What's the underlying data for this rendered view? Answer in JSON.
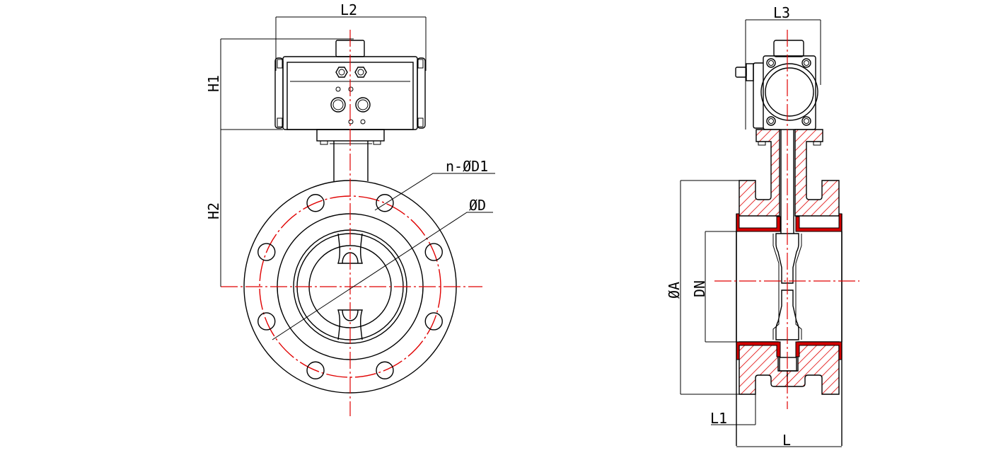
{
  "title": "Pneumatic flanged butterfly valve dimension drawing",
  "colors": {
    "centerline": "#e00000",
    "section_hatch": "#e00000",
    "liner": "#d40000",
    "outline": "#000000"
  },
  "front_view": {
    "labels": {
      "L2": "L2",
      "H1": "H1",
      "H2": "H2",
      "n_D1": "n-ØD1",
      "D": "ØD"
    }
  },
  "side_view": {
    "labels": {
      "L3": "L3",
      "A": "ØA",
      "DN": "DN",
      "L1": "L1",
      "L": "L"
    }
  }
}
